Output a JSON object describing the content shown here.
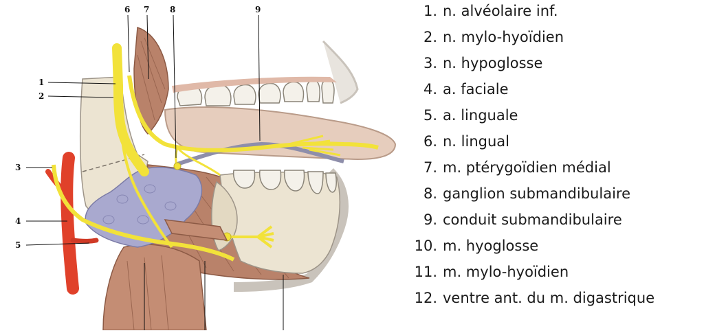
{
  "callouts": {
    "n1": "1",
    "n2": "2",
    "n3": "3",
    "n4": "4",
    "n5": "5",
    "n6": "6",
    "n7": "7",
    "n8": "8",
    "n9": "9"
  },
  "legend": [
    {
      "num": "1.",
      "label": "n. alvéolaire inf."
    },
    {
      "num": "2.",
      "label": "n. mylo-hyoïdien"
    },
    {
      "num": "3.",
      "label": "n. hypoglosse"
    },
    {
      "num": "4.",
      "label": "a. faciale"
    },
    {
      "num": "5.",
      "label": "a. linguale"
    },
    {
      "num": "6.",
      "label": "n. lingual"
    },
    {
      "num": "7.",
      "label": "m. ptérygoïdien médial"
    },
    {
      "num": "8.",
      "label": "ganglion submandibulaire"
    },
    {
      "num": "9.",
      "label": "conduit submandibulaire"
    },
    {
      "num": "10.",
      "label": "m. hyoglosse"
    },
    {
      "num": "11.",
      "label": "m. mylo-hyoïdien"
    },
    {
      "num": "12.",
      "label": "ventre ant. du m. digastrique"
    }
  ],
  "colors": {
    "nerve": "#f2e23a",
    "artery": "#e0412a",
    "muscle": "#b9826a",
    "bone": "#ece4d2",
    "tooth": "#f4f1ea",
    "gland": "#a9a9cf",
    "tongue": "#e6cdbd",
    "skin": "#dcd3c8"
  }
}
